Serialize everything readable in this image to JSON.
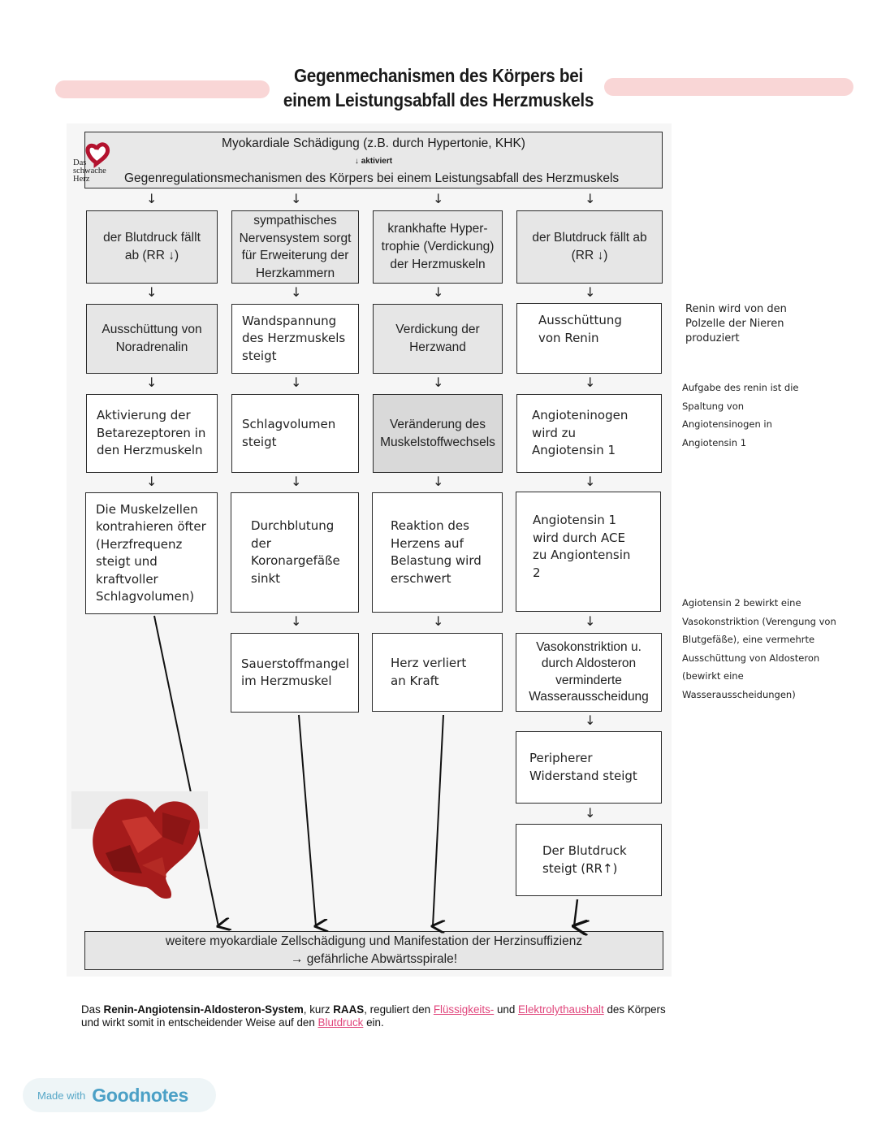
{
  "title": {
    "line1": "Gegenmechanismen des Körpers bei",
    "line2": "einem Leistungsabfall des Herzmuskels"
  },
  "logo": {
    "icon": "heart-icon",
    "line1": "Das",
    "line2": "schwache",
    "line3": "Herz"
  },
  "top_box": {
    "line1": "Myokardiale Schädigung (z.B. durch Hypertonie, KHK)",
    "activates": "↓ aktiviert",
    "line2": "Gegenregulationsmechanismen des Körpers bei einem Leistungsabfall des Herzmuskels"
  },
  "columns": [
    {
      "boxes": [
        "der Blutdruck fällt\nab (RR ↓)",
        "Ausschüttung von\nNoradrenalin",
        "Aktivierung der\nBetarezeptoren in\nden Herzmuskeln",
        "Die Muskelzellen\nkontrahieren öfter\n(Herzfrequenz\nsteigt  und\nkraftvoller\nSchlagvolumen)"
      ]
    },
    {
      "boxes": [
        "sympathisches\nNervensystem sorgt\nfür Erweiterung der\nHerzkammern",
        "Wandspannung\ndes Herzmuskels\nsteigt",
        "Schlagvolumen\nsteigt",
        "Durchblutung\nder\nKoronargefäße\nsinkt",
        "Sauerstoffmangel\nim Herzmuskel"
      ]
    },
    {
      "boxes": [
        "krankhafte Hyper-\ntrophie (Verdickung)\nder Herzmuskeln",
        "Verdickung der\nHerzwand",
        "Veränderung des\nMuskelstoffwechsels",
        "Reaktion des\nHerzens auf\nBelastung wird\nerschwert",
        "Herz verliert\nan Kraft"
      ]
    },
    {
      "boxes": [
        "der Blutdruck fällt ab\n(RR ↓)",
        "Ausschüttung\nvon Renin",
        "Angioteninogen\nwird zu\nAngiotensin 1",
        "Angiotensin 1\nwird durch ACE\nzu Angiontensin\n2",
        "Vasokonstriktion u.\ndurch Aldosteron\nverminderte\nWasserausscheidung",
        "Peripherer\nWiderstand steigt",
        "Der Blutdruck\nsteigt (RR↑)"
      ]
    }
  ],
  "bottom_box": {
    "line1": "weitere myokardiale Zellschädigung und Manifestation der Herzinsuffizienz",
    "line2": "→ gefährliche Abwärtsspirale!"
  },
  "notes": {
    "renin": "Renin wird von den\nPolzelle der Nieren\nproduziert",
    "renin_task": "Aufgabe des renin ist die\nSpaltung von\nAngiotensinogen in\nAngiotensin 1",
    "angiotensin2": "Agiotensin 2 bewirkt eine\nVasokonstriktion (Verengung von\nBlutgefäße), eine vermehrte\nAusschüttung von Aldosteron\n(bewirkt eine\nWasserausscheidungen)"
  },
  "footer": {
    "t1": "Das ",
    "t2": "Renin-Angiotensin-Aldosteron-System",
    "t3": ", kurz ",
    "t4": "RAAS",
    "t5": ", reguliert den ",
    "t6": "Flüssigkeits-",
    "t7": " und ",
    "t8": "Elektrolythaushalt",
    "t9": " des Körpers",
    "t10": "und wirkt somit in entscheidender Weise auf den ",
    "t11": "Blutdruck",
    "t12": " ein."
  },
  "badge": {
    "made": "Made with",
    "brand": "Goodnotes"
  },
  "colors": {
    "title_highlight": "#f9d6d6",
    "box_gray": "#e6e6e6",
    "link_pink": "#e0457b",
    "brand_blue": "#4ba0c6"
  }
}
